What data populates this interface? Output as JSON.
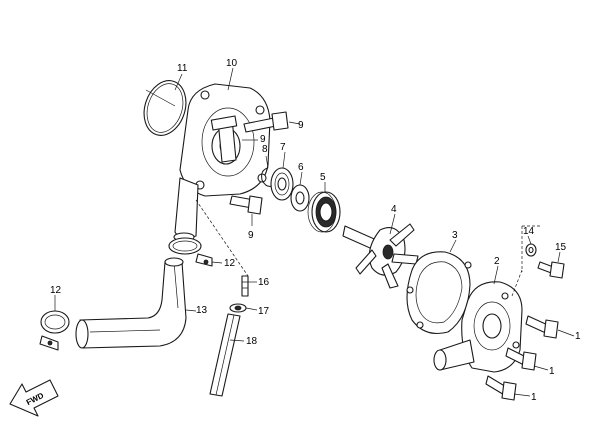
{
  "callouts": [
    {
      "id": "c1",
      "text": "1"
    },
    {
      "id": "c1b",
      "text": "1"
    },
    {
      "id": "c1c",
      "text": "1"
    },
    {
      "id": "c2",
      "text": "2"
    },
    {
      "id": "c3",
      "text": "3"
    },
    {
      "id": "c4",
      "text": "4"
    },
    {
      "id": "c5",
      "text": "5"
    },
    {
      "id": "c6",
      "text": "6"
    },
    {
      "id": "c7",
      "text": "7"
    },
    {
      "id": "c8",
      "text": "8"
    },
    {
      "id": "c9",
      "text": "9"
    },
    {
      "id": "c9b",
      "text": "9"
    },
    {
      "id": "c9c",
      "text": "9"
    },
    {
      "id": "c10",
      "text": "10"
    },
    {
      "id": "c11",
      "text": "11"
    },
    {
      "id": "c12",
      "text": "12"
    },
    {
      "id": "c12b",
      "text": "12"
    },
    {
      "id": "c13",
      "text": "13"
    },
    {
      "id": "c14",
      "text": "14"
    },
    {
      "id": "c15",
      "text": "15"
    },
    {
      "id": "c16",
      "text": "16"
    },
    {
      "id": "c17",
      "text": "17"
    },
    {
      "id": "c18",
      "text": "18"
    }
  ],
  "fwd_badge": "FWD"
}
